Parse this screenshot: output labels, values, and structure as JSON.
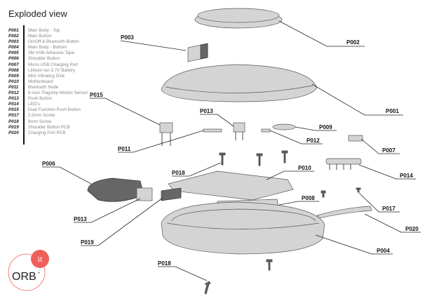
{
  "title": "Exploded view",
  "parts": [
    {
      "code": "P001",
      "name": "Main Body - Top"
    },
    {
      "code": "P002",
      "name": "Main Button"
    },
    {
      "code": "P003",
      "name": "On/Off & Bluetooth Button"
    },
    {
      "code": "P004",
      "name": "Main Body - Bottom"
    },
    {
      "code": "P005",
      "name": "3M VHB Adhesive Tape"
    },
    {
      "code": "P006",
      "name": "Shoulder Button"
    },
    {
      "code": "P007",
      "name": "Micro-USB Charging Port"
    },
    {
      "code": "P008",
      "name": "Lithium Ion 3.7V Battery"
    },
    {
      "code": "P009",
      "name": "Mini Vibrating Disk"
    },
    {
      "code": "P010",
      "name": "Motherboard"
    },
    {
      "code": "P011",
      "name": "Bluetooth Node"
    },
    {
      "code": "P012",
      "name": "6-Axis Flagship Motion Sensor"
    },
    {
      "code": "P013",
      "name": "Push Button"
    },
    {
      "code": "P014",
      "name": "LED's"
    },
    {
      "code": "P015",
      "name": "Dual Function Push Button"
    },
    {
      "code": "P017",
      "name": "2.5mm Screw"
    },
    {
      "code": "P018",
      "name": "6mm Screw"
    },
    {
      "code": "P019",
      "name": "Shoulder Button PCB"
    },
    {
      "code": "P020",
      "name": "Charging Port PCB"
    }
  ],
  "callouts": {
    "p002": "P002",
    "p003": "P003",
    "p001": "P001",
    "p015": "P015",
    "p013a": "P013",
    "p009": "P009",
    "p011": "P011",
    "p012": "P012",
    "p007": "P007",
    "p018a": "P018",
    "p010": "P010",
    "p014": "P014",
    "p006": "P006",
    "p008": "P008",
    "p017": "P017",
    "p013b": "P013",
    "p020": "P020",
    "p019": "P019",
    "p004": "P004",
    "p018b": "P018"
  },
  "logo": {
    "text": "ORB",
    "badge": "it",
    "color": "#f0605a"
  }
}
